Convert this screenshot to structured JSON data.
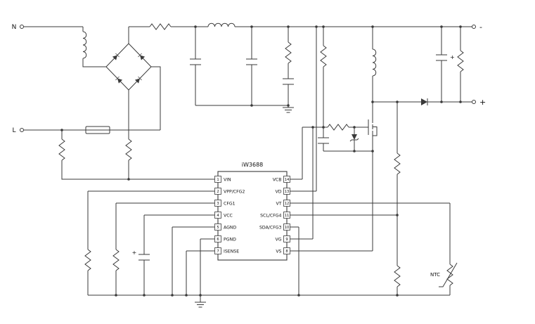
{
  "ic": {
    "title": "iW3688",
    "left_pins": [
      {
        "num": "1",
        "label": "VIN"
      },
      {
        "num": "2",
        "label": "VPP/CFG2"
      },
      {
        "num": "3",
        "label": "CFG1"
      },
      {
        "num": "4",
        "label": "VCC"
      },
      {
        "num": "5",
        "label": "AGND"
      },
      {
        "num": "6",
        "label": "PGND"
      },
      {
        "num": "7",
        "label": "ISENSE"
      }
    ],
    "right_pins": [
      {
        "num": "14",
        "label": "VCB"
      },
      {
        "num": "13",
        "label": "VD"
      },
      {
        "num": "12",
        "label": "VT"
      },
      {
        "num": "11",
        "label": "SCL/CFG4"
      },
      {
        "num": "10",
        "label": "SDA/CFG3"
      },
      {
        "num": "9",
        "label": "VG"
      },
      {
        "num": "8",
        "label": "VS"
      }
    ]
  },
  "terminals": {
    "neutral": "N",
    "line": "L",
    "out_neg": "-",
    "out_pos": "+"
  },
  "labels": {
    "ntc": "NTC",
    "vcc_cap_plus": "+",
    "out_cap_plus": "+"
  },
  "colors": {
    "stroke": "#3a3a3a",
    "text": "#101010",
    "background": "#ffffff"
  }
}
